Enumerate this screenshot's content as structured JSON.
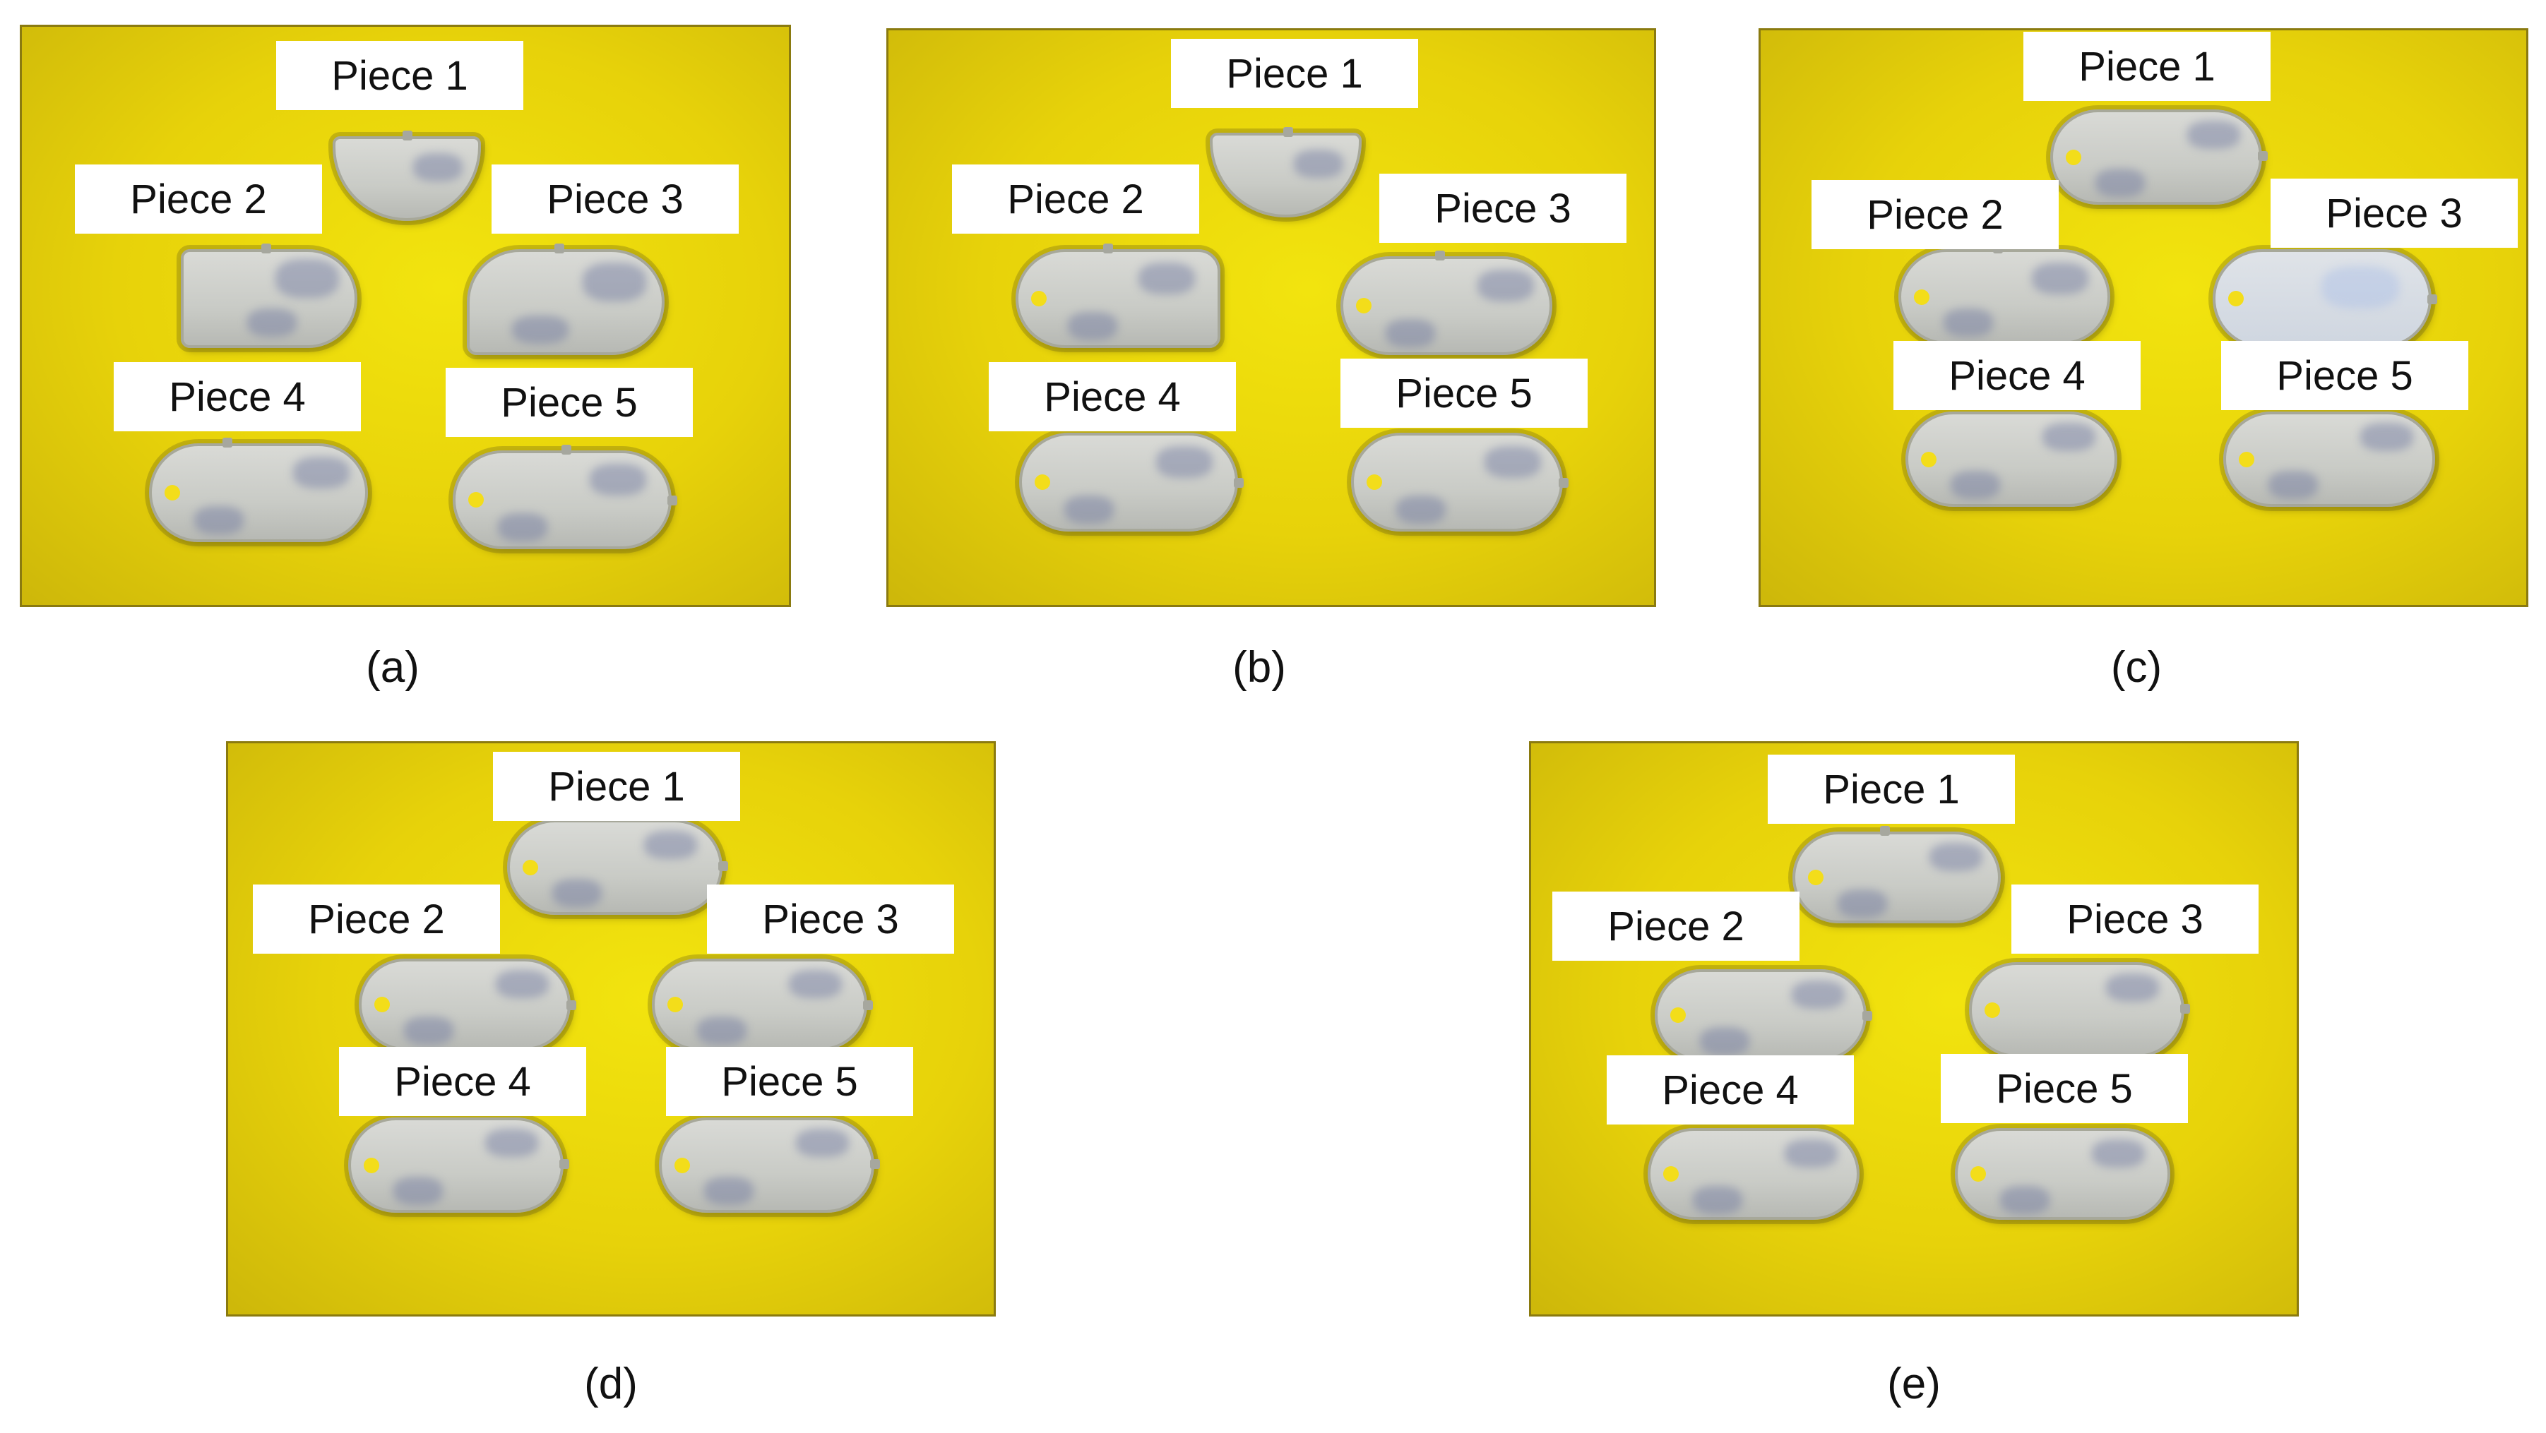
{
  "panels": [
    {
      "caption": "(a)",
      "labels": [
        "Piece 1",
        "Piece 2",
        "Piece 3",
        "Piece 4",
        "Piece 5"
      ]
    },
    {
      "caption": "(b)",
      "labels": [
        "Piece 1",
        "Piece 2",
        "Piece 3",
        "Piece 4",
        "Piece 5"
      ]
    },
    {
      "caption": "(c)",
      "labels": [
        "Piece 1",
        "Piece 2",
        "Piece 3",
        "Piece 4",
        "Piece 5"
      ]
    },
    {
      "caption": "(d)",
      "labels": [
        "Piece 1",
        "Piece 2",
        "Piece 3",
        "Piece 4",
        "Piece 5"
      ]
    },
    {
      "caption": "(e)",
      "labels": [
        "Piece 1",
        "Piece 2",
        "Piece 3",
        "Piece 4",
        "Piece 5"
      ]
    }
  ],
  "colors": {
    "background": "#e7d20a",
    "piece": "#cfd0cb",
    "label_bg": "#ffffff"
  }
}
